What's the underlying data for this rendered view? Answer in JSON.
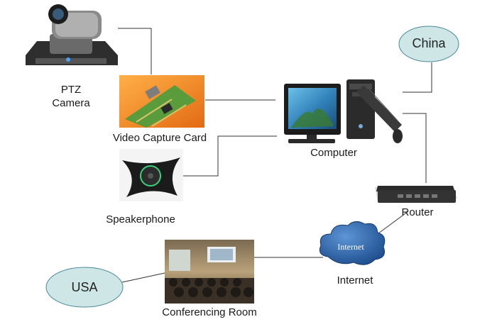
{
  "nodes": {
    "ptz_camera": {
      "label_line1": "PTZ",
      "label_line2": "Camera"
    },
    "capture_card": {
      "label": "Video Capture Card"
    },
    "speakerphone": {
      "label": "Speakerphone"
    },
    "computer": {
      "label": "Computer"
    },
    "router": {
      "label": "Router"
    },
    "internet": {
      "label": "Internet",
      "cloud_text": "Internet"
    },
    "conf_room": {
      "label": "Conferencing Room"
    },
    "china": {
      "label": "China"
    },
    "usa": {
      "label": "USA"
    }
  },
  "colors": {
    "oval_fill": "#cfe6e6",
    "oval_stroke": "#4a8a9a",
    "line": "#333333",
    "cloud_fill": "#2f67a8",
    "pcb_green": "#5a9c3c",
    "camera_body": "#3c3c3c"
  }
}
